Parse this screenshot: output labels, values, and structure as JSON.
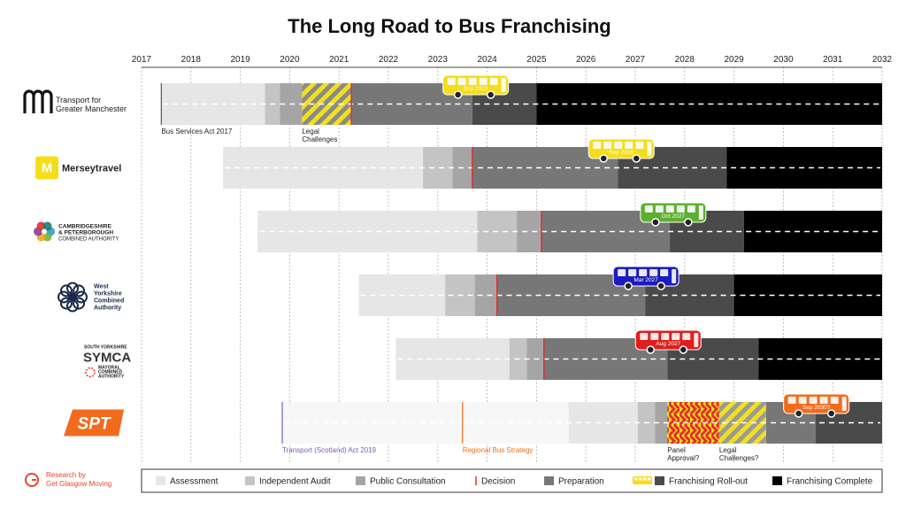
{
  "chart_data": {
    "type": "gantt",
    "title": "The Long Road to Bus Franchising",
    "x_axis": {
      "ticks": [
        "2017",
        "2018",
        "2019",
        "2020",
        "2021",
        "2022",
        "2023",
        "2024",
        "2025",
        "2026",
        "2027",
        "2028",
        "2029",
        "2030",
        "2031",
        "2032"
      ],
      "range": [
        2017,
        2032
      ]
    },
    "colors": {
      "assessment": "#e6e6e6",
      "audit": "#c4c4c4",
      "consultation": "#a5a5a5",
      "decision": "#e0312a",
      "preparation": "#777777",
      "rollout": "#4a4a4a",
      "complete": "#000000",
      "dashes": "#ffffff"
    },
    "rows": [
      {
        "authority": "Transport for Greater Manchester",
        "logo": {
          "type": "tfgm-icon",
          "lines": [
            "Transport for",
            "Greater Manchester"
          ]
        },
        "start": 2017.4,
        "segments": [
          {
            "phase": "assessment",
            "start": 2017.4,
            "end": 2019.5
          },
          {
            "phase": "audit",
            "start": 2019.5,
            "end": 2019.8
          },
          {
            "phase": "consultation",
            "start": 2019.8,
            "end": 2020.25
          },
          {
            "phase": "legal",
            "start": 2020.25,
            "end": 2021.25
          },
          {
            "phase": "preparation",
            "start": 2021.25,
            "end": 2023.7
          },
          {
            "phase": "rollout",
            "start": 2023.7,
            "end": 2025.0
          },
          {
            "phase": "complete",
            "start": 2025.0,
            "end": 2032.0
          }
        ],
        "decision": 2021.25,
        "bus": {
          "date": 2023.75,
          "label": "Sep 2023",
          "color": "#f5dd1a"
        },
        "annotations": [
          {
            "text": "Bus Services Act 2017",
            "x": 2017.4,
            "lines": [
              "Bus Services Act 2017"
            ],
            "marker": "#555555"
          },
          {
            "text": "Legal Challenges",
            "x": 2020.25,
            "lines": [
              "Legal",
              "Challenges"
            ]
          }
        ]
      },
      {
        "authority": "Merseytravel",
        "logo": {
          "type": "mersey-icon",
          "lines": [
            "Merseytravel"
          ]
        },
        "start": 2018.65,
        "segments": [
          {
            "phase": "assessment",
            "start": 2018.65,
            "end": 2022.7
          },
          {
            "phase": "audit",
            "start": 2022.7,
            "end": 2023.3
          },
          {
            "phase": "consultation",
            "start": 2023.3,
            "end": 2023.7
          },
          {
            "phase": "preparation",
            "start": 2023.7,
            "end": 2026.65
          },
          {
            "phase": "rollout",
            "start": 2026.65,
            "end": 2028.85
          },
          {
            "phase": "complete",
            "start": 2028.85,
            "end": 2032.0
          }
        ],
        "decision": 2023.7,
        "bus": {
          "date": 2026.7,
          "label": "Sep 2026",
          "color": "#f5dd1a"
        },
        "annotations": []
      },
      {
        "authority": "Cambridgeshire & Peterborough Combined Authority",
        "logo": {
          "type": "capca-icon",
          "lines": [
            "CAMBRIDGESHIRE",
            "& PETERBOROUGH",
            "COMBINED AUTHORITY"
          ]
        },
        "start": 2019.35,
        "segments": [
          {
            "phase": "assessment",
            "start": 2019.35,
            "end": 2023.8
          },
          {
            "phase": "audit",
            "start": 2023.8,
            "end": 2024.6
          },
          {
            "phase": "consultation",
            "start": 2024.6,
            "end": 2025.1
          },
          {
            "phase": "preparation",
            "start": 2025.1,
            "end": 2027.7
          },
          {
            "phase": "rollout",
            "start": 2027.7,
            "end": 2029.2
          },
          {
            "phase": "complete",
            "start": 2029.2,
            "end": 2032.0
          }
        ],
        "decision": 2025.1,
        "bus": {
          "date": 2027.75,
          "label": "Oct 2027",
          "color": "#5bb02e"
        },
        "annotations": []
      },
      {
        "authority": "West Yorkshire Combined Authority",
        "logo": {
          "type": "wyca-icon",
          "lines": [
            "West",
            "Yorkshire",
            "Combined",
            "Authority"
          ]
        },
        "start": 2021.4,
        "segments": [
          {
            "phase": "assessment",
            "start": 2021.4,
            "end": 2023.15
          },
          {
            "phase": "audit",
            "start": 2023.15,
            "end": 2023.75
          },
          {
            "phase": "consultation",
            "start": 2023.75,
            "end": 2024.2
          },
          {
            "phase": "preparation",
            "start": 2024.2,
            "end": 2027.2
          },
          {
            "phase": "rollout",
            "start": 2027.2,
            "end": 2029.0
          },
          {
            "phase": "complete",
            "start": 2029.0,
            "end": 2032.0
          }
        ],
        "decision": 2024.2,
        "bus": {
          "date": 2027.2,
          "label": "Mar 2027",
          "color": "#1c1bbf"
        },
        "annotations": []
      },
      {
        "authority": "South Yorkshire Mayoral Combined Authority",
        "logo": {
          "type": "symca-icon",
          "lines": [
            "SOUTH YORKSHIRE",
            "SYMCA",
            "MAYORAL",
            "COMBINED",
            "AUTHORITY"
          ]
        },
        "start": 2022.15,
        "segments": [
          {
            "phase": "assessment",
            "start": 2022.15,
            "end": 2024.45
          },
          {
            "phase": "audit",
            "start": 2024.45,
            "end": 2024.8
          },
          {
            "phase": "consultation",
            "start": 2024.8,
            "end": 2025.15
          },
          {
            "phase": "preparation",
            "start": 2025.15,
            "end": 2027.65
          },
          {
            "phase": "rollout",
            "start": 2027.65,
            "end": 2029.5
          },
          {
            "phase": "complete",
            "start": 2029.5,
            "end": 2032.0
          }
        ],
        "decision": 2025.15,
        "bus": {
          "date": 2027.65,
          "label": "Aug 2027",
          "color": "#e11d1d"
        },
        "annotations": []
      },
      {
        "authority": "SPT",
        "logo": {
          "type": "spt-icon",
          "lines": [
            "SPT"
          ]
        },
        "start": 2019.85,
        "segments": [
          {
            "phase": "prelude",
            "start": 2019.85,
            "end": 2025.65
          },
          {
            "phase": "assessment",
            "start": 2025.65,
            "end": 2027.05
          },
          {
            "phase": "audit",
            "start": 2027.05,
            "end": 2027.4
          },
          {
            "phase": "consultation",
            "start": 2027.4,
            "end": 2027.65
          },
          {
            "phase": "panel",
            "start": 2027.65,
            "end": 2028.7
          },
          {
            "phase": "legal",
            "start": 2028.7,
            "end": 2029.65
          },
          {
            "phase": "preparation",
            "start": 2029.65,
            "end": 2030.65
          },
          {
            "phase": "rollout",
            "start": 2030.65,
            "end": 2032.0
          }
        ],
        "bus": {
          "date": 2030.65,
          "label": "Sep 2030?",
          "color": "#f26b1d"
        },
        "annotations": [
          {
            "text": "Transport (Scotland) Act 2019",
            "x": 2019.85,
            "lines": [
              "Transport (Scotland) Act 2019"
            ],
            "marker": "#7d5bb5",
            "color": "#7d5bb5"
          },
          {
            "text": "Regional Bus Strategy",
            "x": 2023.5,
            "lines": [
              "Regional Bus Strategy"
            ],
            "marker": "#f26b1d",
            "color": "#f26b1d"
          },
          {
            "text": "Panel Approval?",
            "x": 2027.65,
            "lines": [
              "Panel",
              "Approval?"
            ]
          },
          {
            "text": "Legal Challenges?",
            "x": 2028.7,
            "lines": [
              "Legal",
              "Challenges?"
            ]
          }
        ]
      }
    ],
    "legend": [
      {
        "key": "assessment",
        "label": "Assessment"
      },
      {
        "key": "audit",
        "label": "Independent Audit"
      },
      {
        "key": "consultation",
        "label": "Public Consultation"
      },
      {
        "key": "decision",
        "label": "Decision"
      },
      {
        "key": "preparation",
        "label": "Preparation"
      },
      {
        "key": "rollout",
        "label": "Franchising Roll-out"
      },
      {
        "key": "complete",
        "label": "Franchising Complete"
      }
    ],
    "credit": {
      "lines": [
        "Research by",
        "Get Glasgow Moving"
      ],
      "color": "#e8432a"
    }
  }
}
